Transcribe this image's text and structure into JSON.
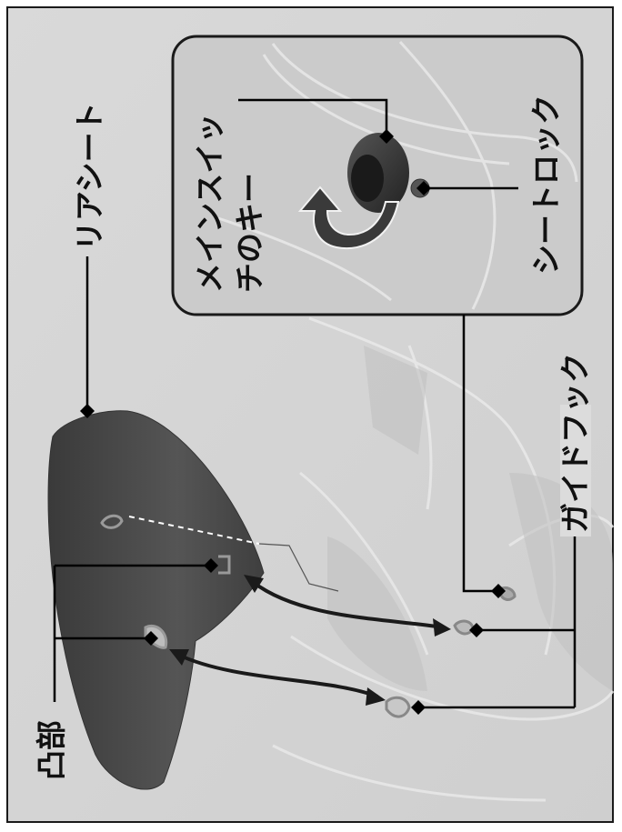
{
  "labels": {
    "rear_seat": "リアシート",
    "main_switch_key_line1": "メインスイッ",
    "main_switch_key_line2": "チのキー",
    "seat_lock": "シートロック",
    "guide_hook": "ガイドフック",
    "protrusion": "凸部"
  },
  "colors": {
    "background_gray": "#d3d3d3",
    "border": "#1a1a1a",
    "seat_dark": "#4a4a4a",
    "leader_line": "#000000",
    "inset_fill": "#c9c9c9"
  }
}
